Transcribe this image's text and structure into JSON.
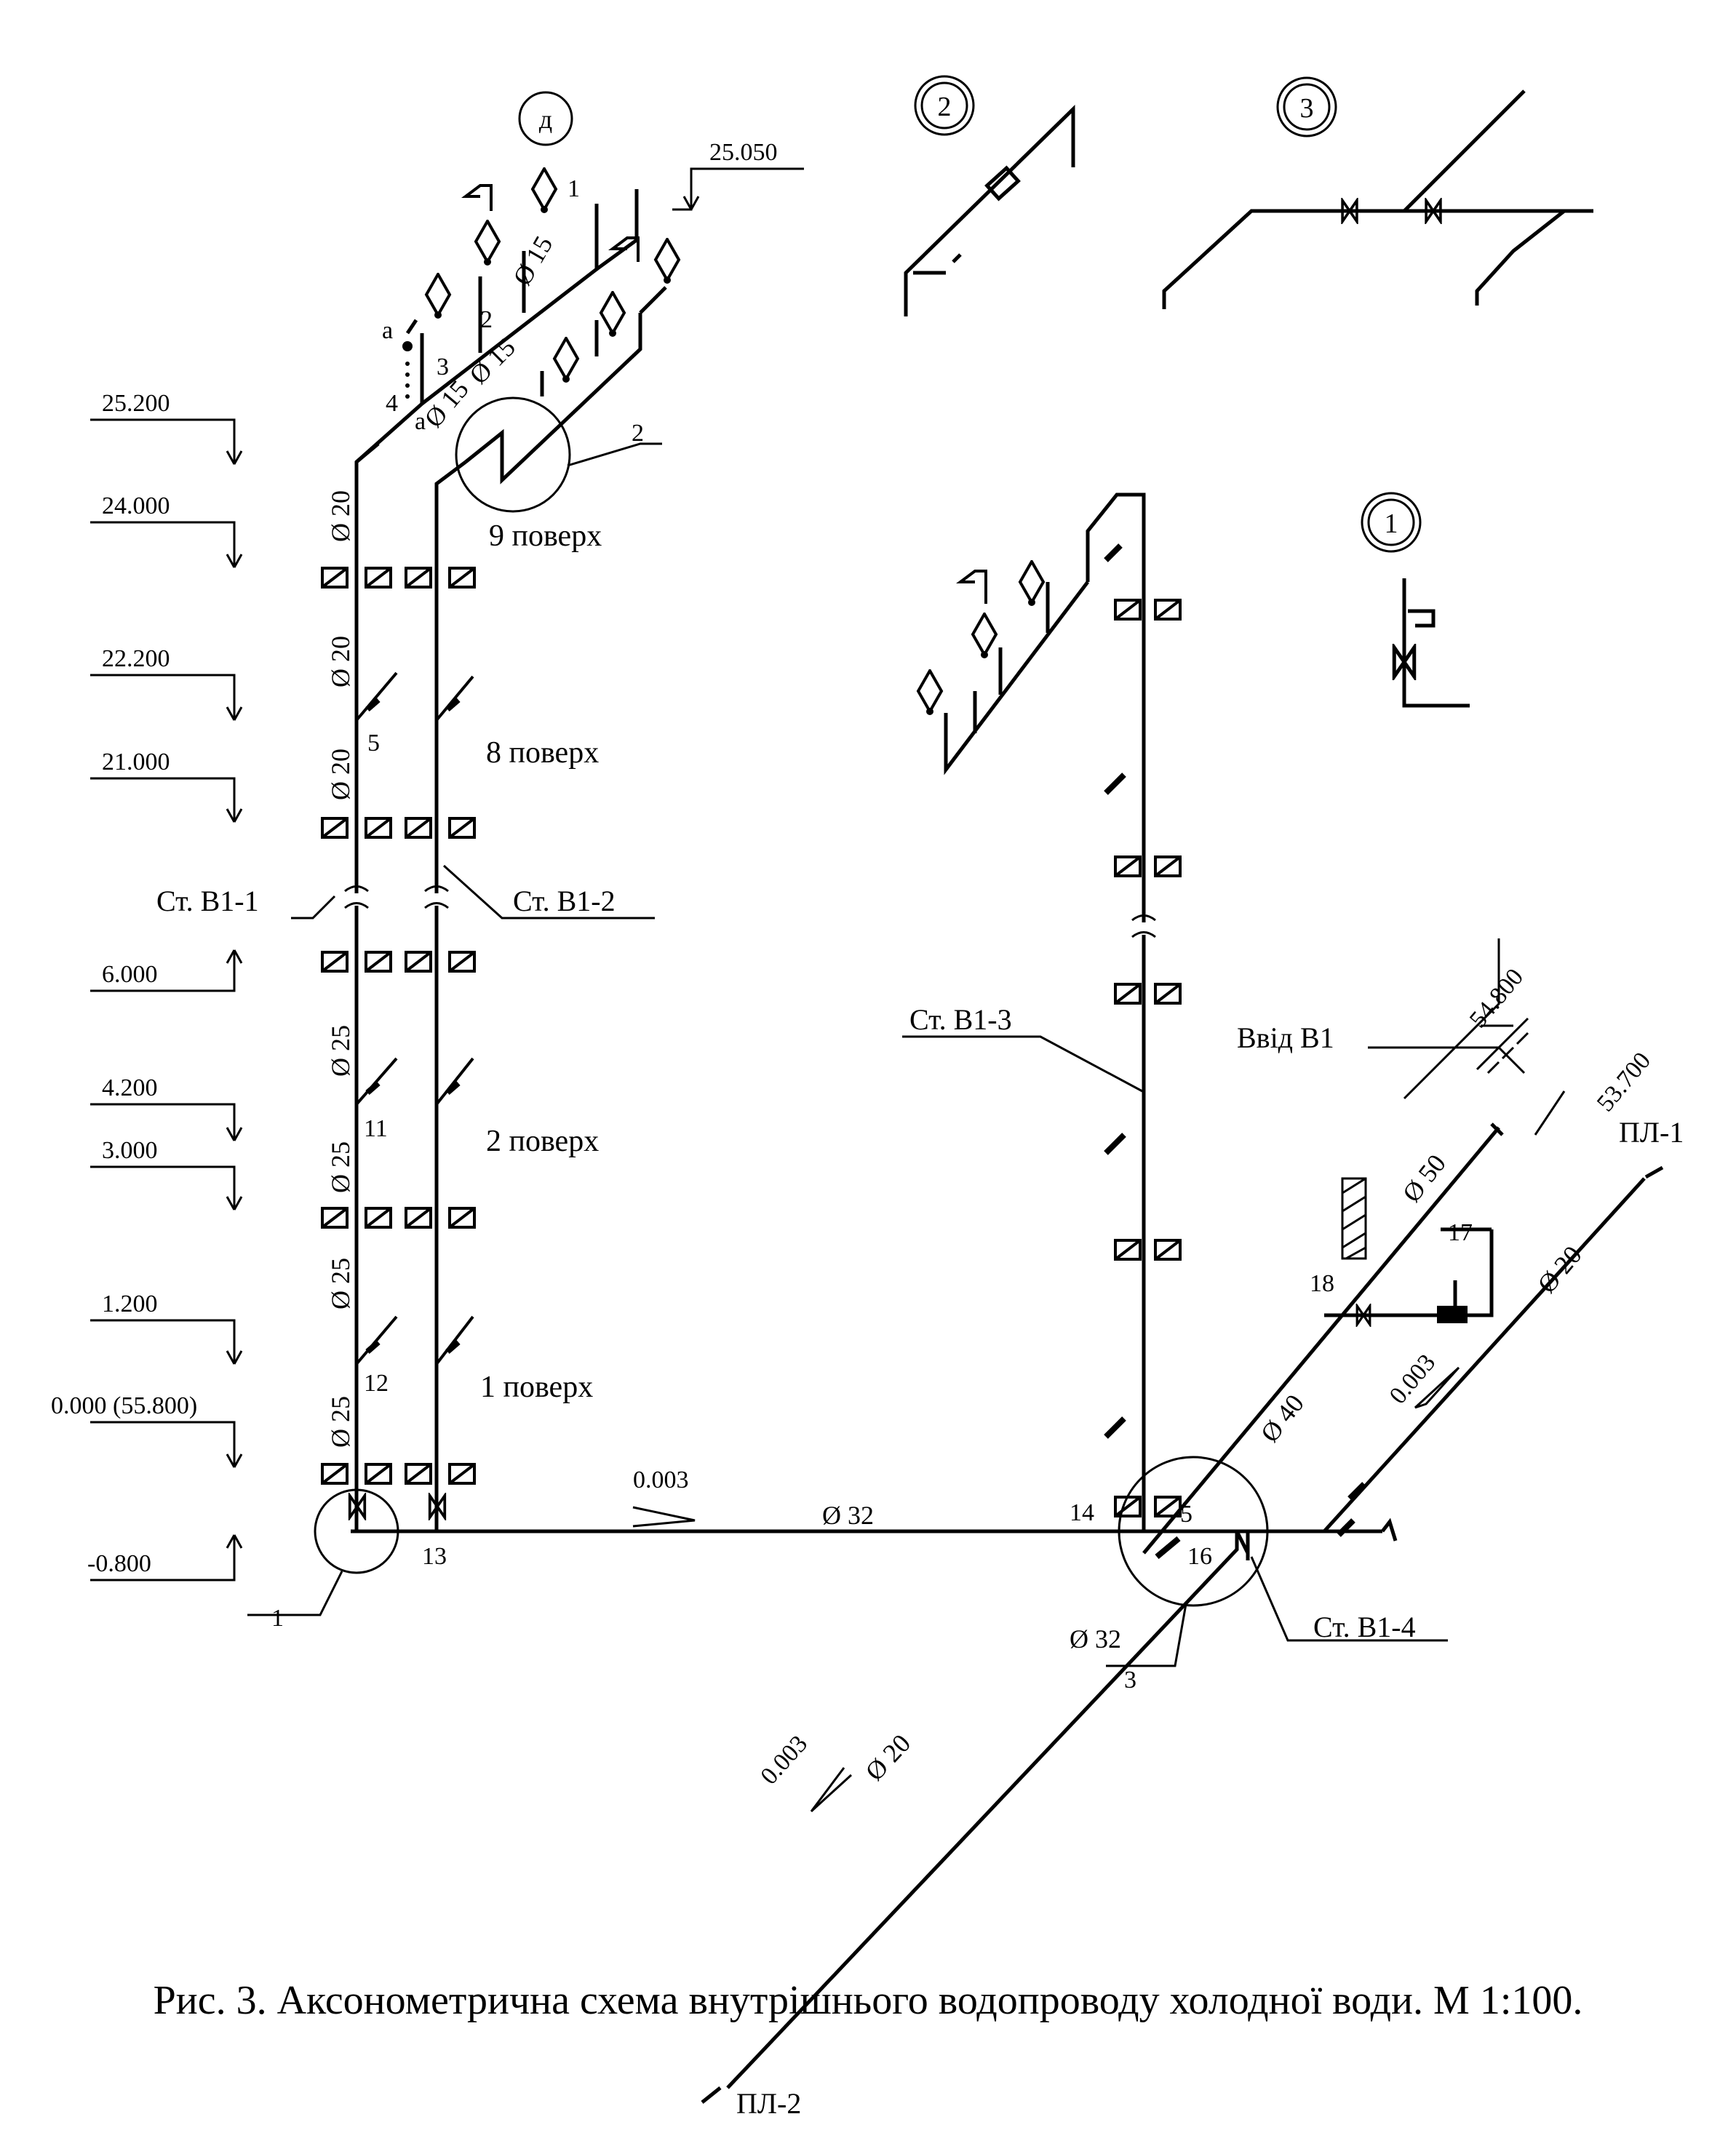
{
  "detail_markers": {
    "d": "д",
    "two": "2",
    "three": "3",
    "one": "1"
  },
  "levels": {
    "l25050": "25.050",
    "l25200": "25.200",
    "l24000": "24.000",
    "l22200": "22.200",
    "l21000": "21.000",
    "l6000": "6.000",
    "l4200": "4.200",
    "l3000": "3.000",
    "l1200": "1.200",
    "l0000": "0.000 (55.800)",
    "lm0800": "-0.800",
    "l54800": "54.800",
    "l53700": "53.700"
  },
  "floors": {
    "f9": "9 поверх",
    "f8": "8 поверх",
    "f2": "2 поверх",
    "f1": "1 поверх"
  },
  "stands": {
    "b11": "Ст. В1-1",
    "b12": "Ст. В1-2",
    "b13": "Ст. В1-3",
    "b14": "Ст. В1-4",
    "input": "Ввід В1"
  },
  "diameters": {
    "d15": "Ø 15",
    "d20": "Ø 20",
    "d25": "Ø 25",
    "d32": "Ø 32",
    "d40": "Ø 40",
    "d50": "Ø 50"
  },
  "slopes": {
    "s003": "0.003"
  },
  "branches": {
    "pl1": "ПЛ-1",
    "pl2": "ПЛ-2"
  },
  "numbers": {
    "n1": "1",
    "n2": "2",
    "n3": "3",
    "n4": "4",
    "n5": "5",
    "n11": "11",
    "n12": "12",
    "n13": "13",
    "n14": "14",
    "n16": "16",
    "n17": "17",
    "n18": "18",
    "na": "а"
  },
  "caption": "Рис. 3. Аксонометрична схема внутрішнього водопроводу холодної води. М 1:100."
}
